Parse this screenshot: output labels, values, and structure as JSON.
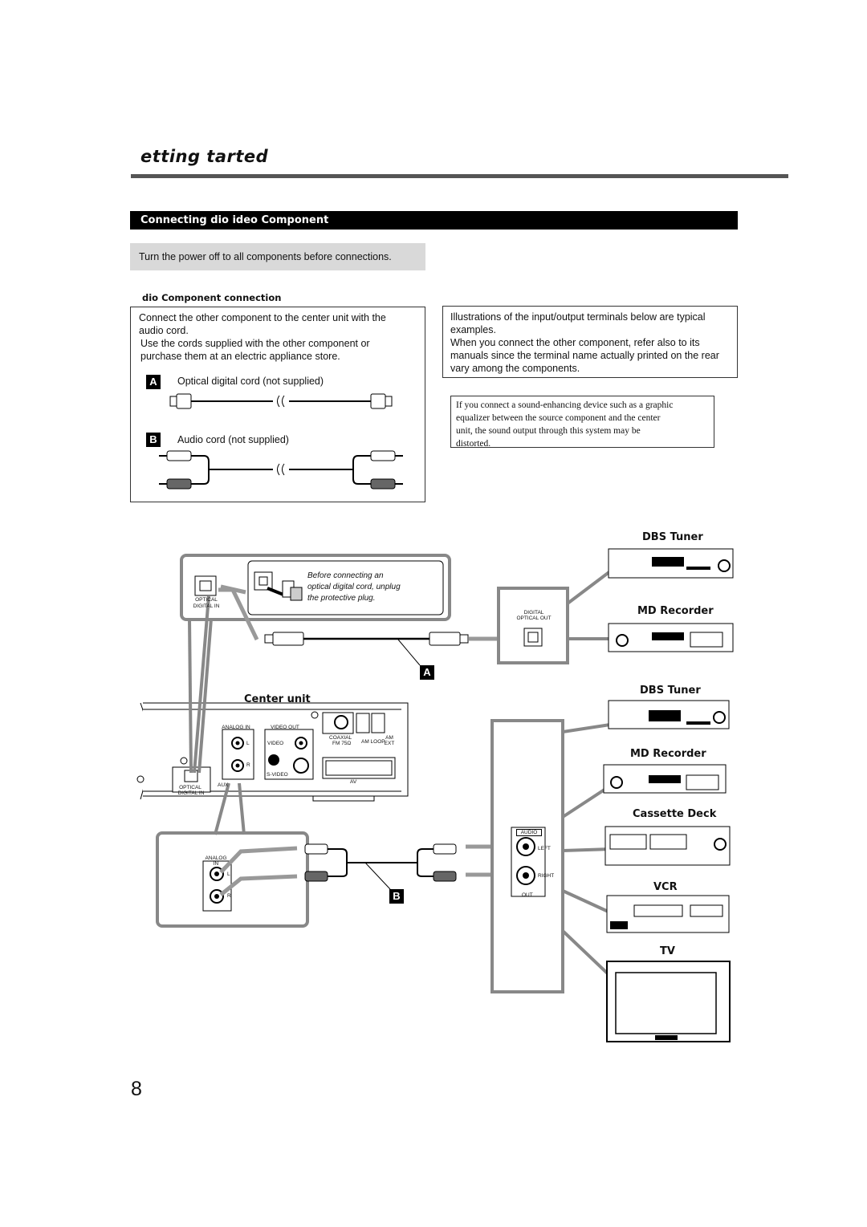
{
  "header": {
    "section_title": "etting   tarted"
  },
  "banner": {
    "title": "Connecting    dio   ideo Component"
  },
  "power_note": "Turn the power off to all components before connections.",
  "subheading": "dio Component connection",
  "left_box": {
    "line1": "Connect the other component to the center unit with the",
    "line2": "audio cord.",
    "line3": "Use the cords supplied with the other component or",
    "line4": "purchase them at an electric appliance store.",
    "cord_a_letter": "A",
    "cord_a_label": "Optical digital cord (not supplied)",
    "cord_b_letter": "B",
    "cord_b_label": "Audio cord (not supplied)"
  },
  "right_box": {
    "line1": "Illustrations of the input/output terminals below are typical",
    "line2": "examples.",
    "line3": "When you connect the other component, refer also to its",
    "line4": "manuals since the terminal name actually printed on the rear",
    "line5": "vary among the components."
  },
  "warning_box": {
    "line1": "If you connect a sound-enhancing device such as a graphic",
    "line2": "equalizer between the source component and the center",
    "line3": "unit, the sound output through this system may be",
    "line4": "distorted."
  },
  "diagram": {
    "optical_label": "OPTICAL",
    "digital_in_label": "DIGITAL IN",
    "plug_note_1": "Before connecting an",
    "plug_note_2": "optical digital cord, unplug",
    "plug_note_3": "the protective plug.",
    "digital_label": "DIGITAL",
    "optical_out_label": "OPTICAL OUT",
    "marker_a": "A",
    "marker_b": "B",
    "center_unit": "Center unit",
    "analog_in": "ANALOG IN",
    "l": "L",
    "r": "R",
    "video_out": "VIDEO OUT",
    "video": "VIDEO",
    "s_video": "S-VIDEO",
    "coaxial": "COAXIAL",
    "fm": "FM 75Ω",
    "am_loop": "AM LOOP",
    "am_ext": "AM EXT",
    "av": "AV",
    "aux": "AUX",
    "audio": "AUDIO",
    "left": "LEFT",
    "right": "RIGHT",
    "out": "OUT",
    "devices": {
      "dbs_tuner_1": "DBS Tuner",
      "md_recorder_1": "MD Recorder",
      "dbs_tuner_2": "DBS Tuner",
      "md_recorder_2": "MD Recorder",
      "cassette_deck": "Cassette Deck",
      "vcr": "VCR",
      "tv": "TV"
    }
  },
  "page_number": "8"
}
